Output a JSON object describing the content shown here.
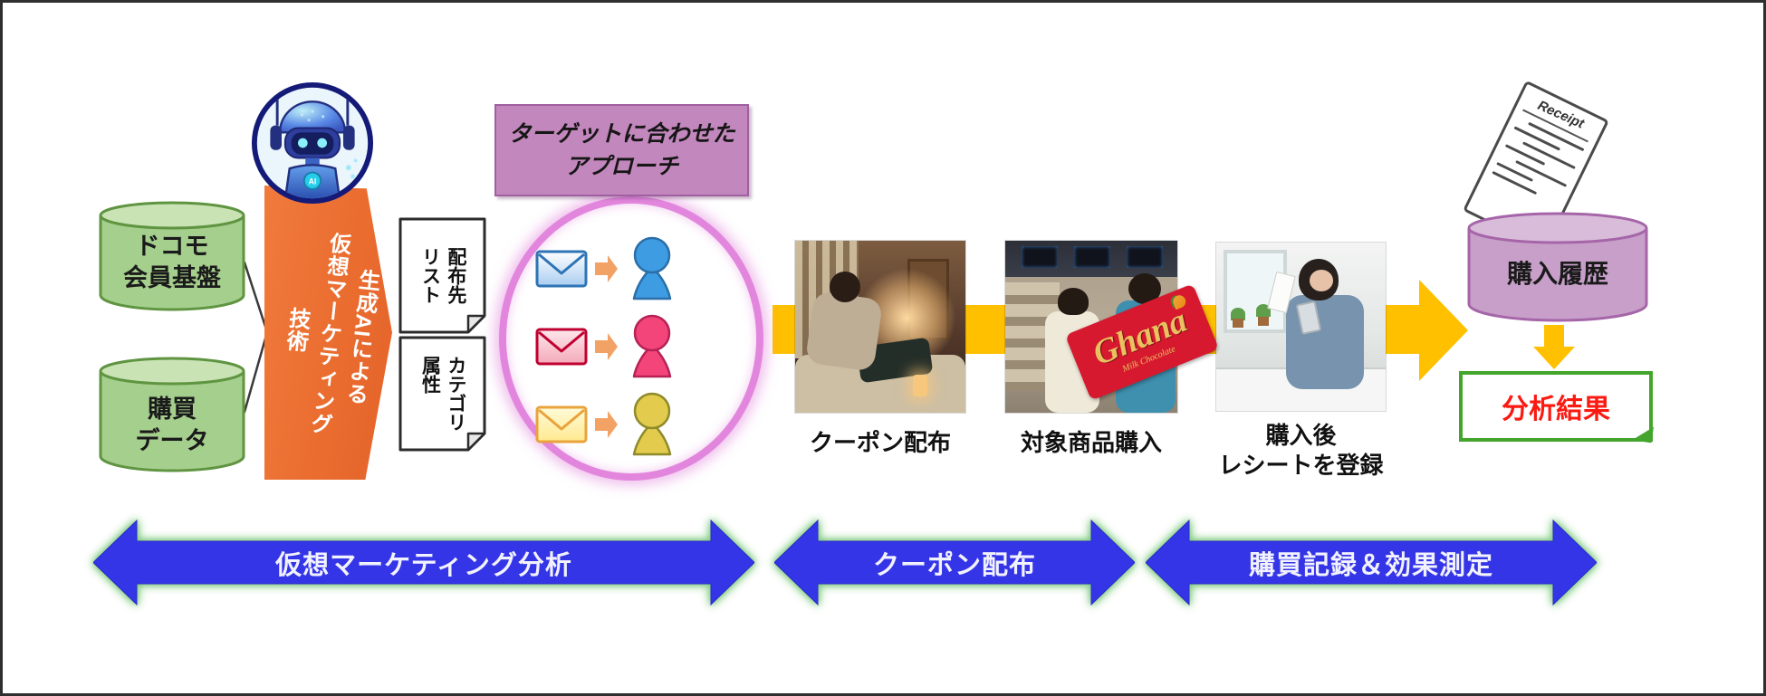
{
  "left": {
    "db_member": "ドコモ\n会員基盤",
    "db_purchase": "購買\nデータ",
    "ai_technology": "生成AIによる\n仮想マーケティング\n技術",
    "doc_distribution_list": "配布先\nリスト",
    "doc_category_attributes": "カテゴリ\n属性"
  },
  "approach": {
    "title": "ターゲットに合わせた\nアプローチ"
  },
  "photos": [
    {
      "caption": "クーポン配布"
    },
    {
      "caption": "対象商品購入",
      "overlay_brand": "Ghana",
      "overlay_subtitle": "Milk Chocolate"
    },
    {
      "caption": "購入後\nレシートを登録"
    }
  ],
  "result": {
    "history_db": "購入履歴",
    "receipt_label": "Receipt",
    "analysis": "分析結果"
  },
  "phases": [
    {
      "label": "仮想マーケティング分析"
    },
    {
      "label": "クーポン配布"
    },
    {
      "label": "購買記録＆効果測定"
    }
  ],
  "icons": {
    "ai_badge": "AI"
  },
  "colors": {
    "orange_arrow": "#EA6C2F",
    "green_cylinder": "#A5CF8D",
    "purple_box": "#C287BD",
    "ellipse_ring": "#E286DD",
    "flow_yellow": "#FFC000",
    "phase_blue": "#3535E8",
    "phase_glow_green": "#7EC87E",
    "analysis_border_green": "#44A52C",
    "analysis_text_red": "#FB1A12",
    "purple_cylinder": "#C79FC9"
  }
}
